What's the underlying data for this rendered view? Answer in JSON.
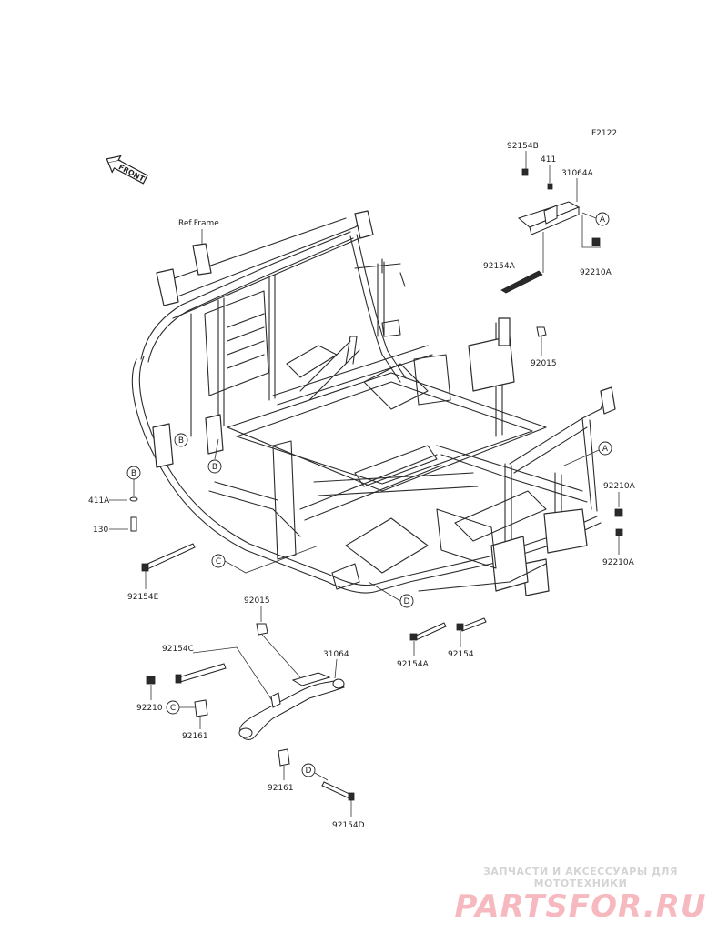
{
  "diagram": {
    "code": "F2122",
    "front_arrow": "FRONT",
    "ref_frame": "Ref.Frame",
    "parts": {
      "p92154B": "92154B",
      "p411": "411",
      "p31064A": "31064A",
      "p92154A_top": "92154A",
      "p92210A_top": "92210A",
      "p92015_top": "92015",
      "p92210A_r1": "92210A",
      "p92210A_r2": "92210A",
      "p411A": "411A",
      "p130": "130",
      "p92154E": "92154E",
      "p92015_bot": "92015",
      "p92154C": "92154C",
      "p31064": "31064",
      "p92210": "92210",
      "p92161_l": "92161",
      "p92161_b": "92161",
      "p92154D": "92154D",
      "p92154A_bot": "92154A",
      "p92154": "92154"
    },
    "callouts": {
      "A1": "A",
      "A2": "A",
      "B1": "B",
      "B2": "B",
      "B3": "B",
      "C1": "C",
      "C2": "C",
      "D1": "D",
      "D2": "D"
    }
  },
  "watermark": {
    "tagline": "ЗАПЧАСТИ И АКСЕССУАРЫ ДЛЯ МОТОТЕХНИКИ",
    "logo": "PARTSFOR.RU"
  }
}
